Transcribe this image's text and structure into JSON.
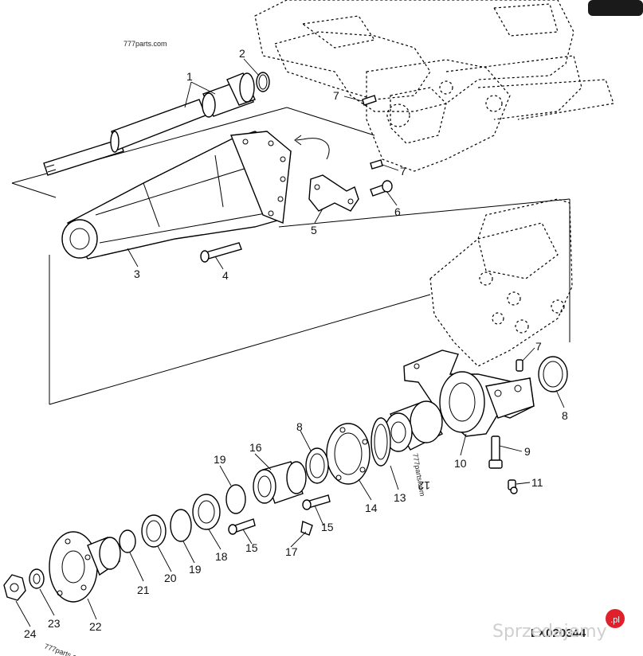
{
  "diagram": {
    "site_label": "777parts.com",
    "site_label_small": "777parts.com",
    "drawing_code": "LX020344",
    "watermark_text": "Sprzedajemy",
    "watermark_badge": ".pl",
    "colors": {
      "line": "#000000",
      "badge": "#e0202a",
      "corner": "#1a1a1a"
    },
    "callouts": {
      "c1": "1",
      "c2": "2",
      "c3": "3",
      "c4": "4",
      "c5": "5",
      "c6": "6",
      "c7a": "7",
      "c7b": "7",
      "c7c": "7",
      "c8a": "8",
      "c8b": "8",
      "c9": "9",
      "c10": "10",
      "c11": "11",
      "c12": "12",
      "c13": "13",
      "c14": "14",
      "c15a": "15",
      "c15b": "15",
      "c16": "16",
      "c17": "17",
      "c18": "18",
      "c19a": "19",
      "c19b": "19",
      "c20": "20",
      "c21": "21",
      "c22": "22",
      "c23": "23",
      "c24": "24"
    }
  }
}
